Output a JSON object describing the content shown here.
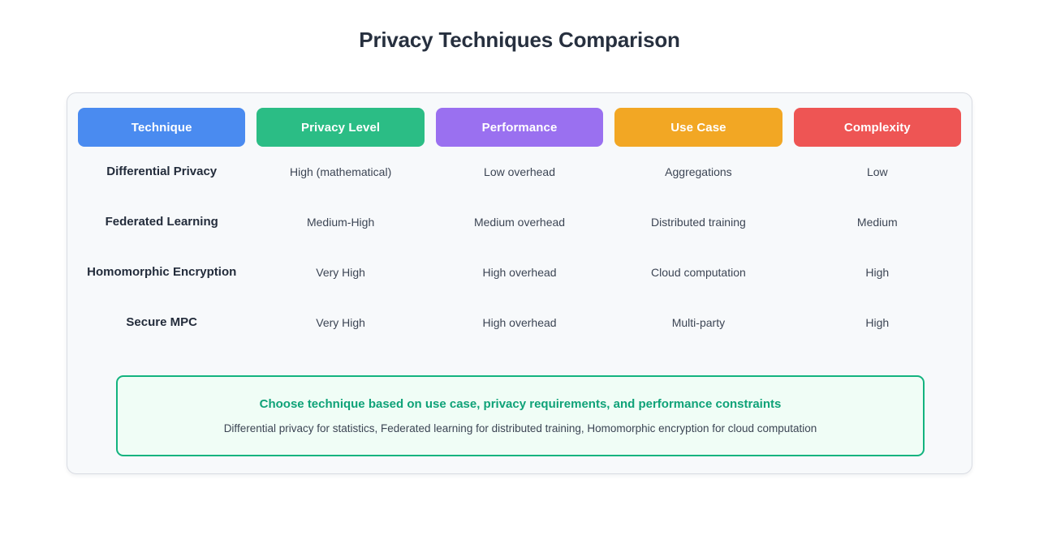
{
  "page": {
    "title": "Privacy Techniques Comparison"
  },
  "table": {
    "columns": [
      {
        "label": "Technique",
        "color": "#4a8bf0"
      },
      {
        "label": "Privacy Level",
        "color": "#2bbd85"
      },
      {
        "label": "Performance",
        "color": "#9a70f0"
      },
      {
        "label": "Use Case",
        "color": "#f2a724"
      },
      {
        "label": "Complexity",
        "color": "#ee5554"
      }
    ],
    "rows": [
      {
        "technique": "Differential Privacy",
        "privacy_level": "High (mathematical)",
        "performance": "Low overhead",
        "use_case": "Aggregations",
        "complexity": "Low"
      },
      {
        "technique": "Federated Learning",
        "privacy_level": "Medium-High",
        "performance": "Medium overhead",
        "use_case": "Distributed training",
        "complexity": "Medium"
      },
      {
        "technique": "Homomorphic Encryption",
        "privacy_level": "Very High",
        "performance": "High overhead",
        "use_case": "Cloud computation",
        "complexity": "High"
      },
      {
        "technique": "Secure MPC",
        "privacy_level": "Very High",
        "performance": "High overhead",
        "use_case": "Multi-party",
        "complexity": "High"
      }
    ]
  },
  "callout": {
    "heading": "Choose technique based on use case, privacy requirements, and performance constraints",
    "subtext": "Differential privacy for statistics, Federated learning for distributed training, Homomorphic encryption for cloud computation",
    "border_color": "#13b37f",
    "background_color": "#f0fdf6",
    "heading_color": "#0fa278"
  }
}
